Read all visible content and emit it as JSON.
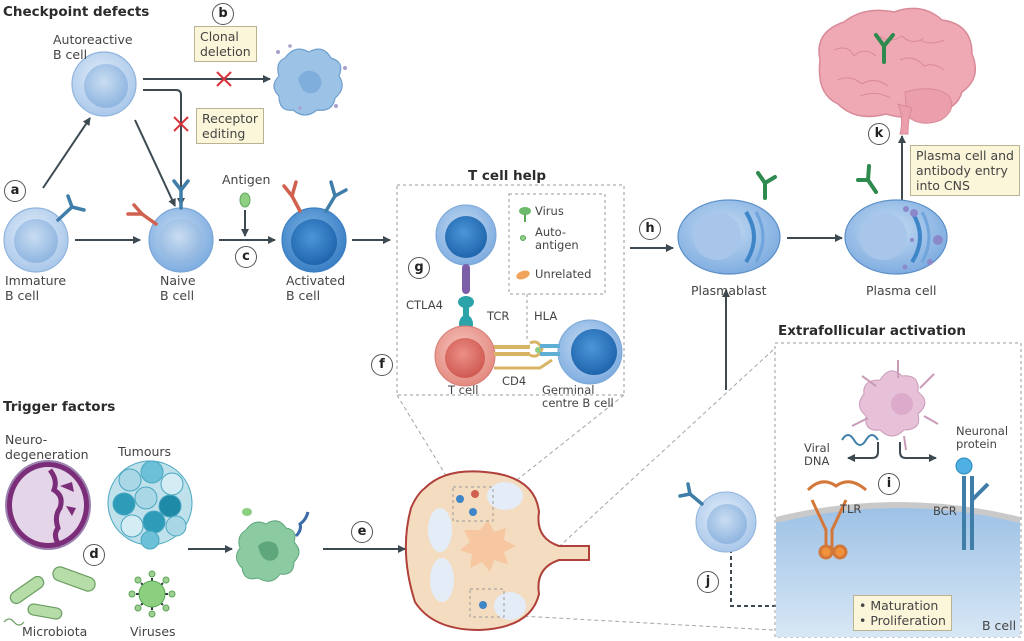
{
  "headings": {
    "checkpoint": "Checkpoint defects",
    "trigger": "Trigger factors",
    "tcell_help": "T cell help",
    "extrafollicular": "Extrafollicular activation"
  },
  "badges": {
    "a": "a",
    "b": "b",
    "c": "c",
    "d": "d",
    "e": "e",
    "f": "f",
    "g": "g",
    "h": "h",
    "i": "i",
    "j": "j",
    "k": "k"
  },
  "cells": {
    "autoreactive": "Autoreactive\nB cell",
    "immature": "Immature\nB cell",
    "naive": "Naive\nB cell",
    "activated": "Activated\nB cell",
    "plasmablast": "Plasmablast",
    "plasma_cell": "Plasma cell",
    "t_cell": "T cell",
    "germinal_centre": "Germinal\ncentre B cell",
    "b_cell": "B cell"
  },
  "notes": {
    "clonal_deletion": "Clonal\ndeletion",
    "receptor_editing": "Receptor\nediting",
    "cns_entry": "Plasma cell and\nantibody entry\ninto CNS",
    "outcomes": [
      "• Maturation",
      "• Proliferation"
    ]
  },
  "labels": {
    "antigen": "Antigen",
    "ctla4": "CTLA4",
    "tcr": "TCR",
    "hla": "HLA",
    "cd4": "CD4",
    "viral_dna": "Viral\nDNA",
    "neuronal_protein": "Neuronal\nprotein",
    "tlr": "TLR",
    "bcr": "BCR"
  },
  "legend": {
    "virus": "Virus",
    "autoantigen": "Auto-\nantigen",
    "unrelated": "Unrelated"
  },
  "triggers": {
    "neurodegeneration": "Neuro-\ndegeneration",
    "tumours": "Tumours",
    "microbiota": "Microbiota",
    "viruses": "Viruses"
  },
  "colors": {
    "arrow": "#3d4a52",
    "block_cross": "#d8323a",
    "note_bg": "#fbf6d9",
    "b_cell_light": "#bcd5ef",
    "b_cell_dark": "#3f86c8",
    "antibody_red": "#d0614f",
    "antibody_blue": "#3f7ea8",
    "antibody_green": "#2e8a4e",
    "t_cell": "#e8908a",
    "brain": "#efa9b4",
    "lymph_node": "#f4dcc0"
  }
}
